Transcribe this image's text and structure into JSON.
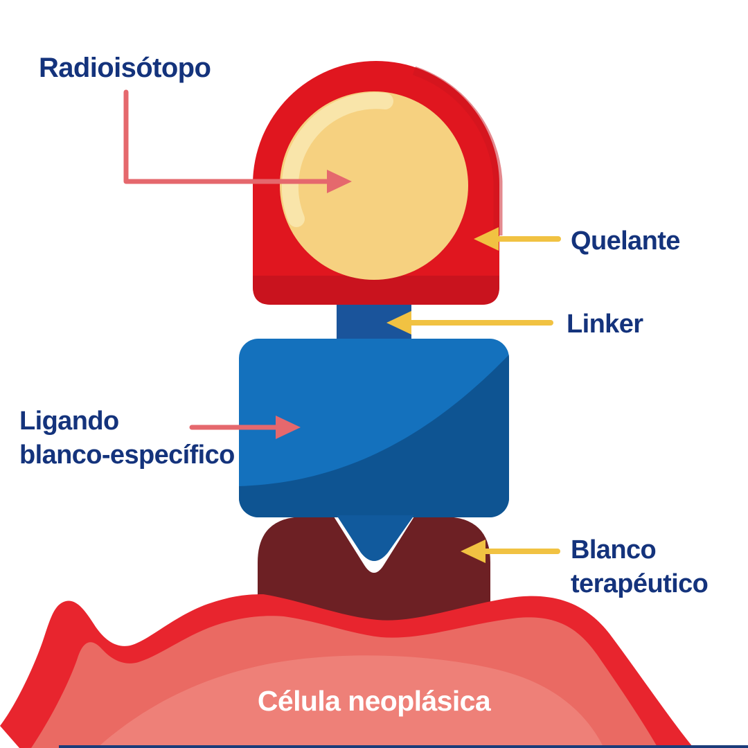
{
  "labels": {
    "radioisotope": "Radioisótopo",
    "chelator": "Quelante",
    "linker": "Linker",
    "ligand_line1": "Ligando",
    "ligand_line2": "blanco-específico",
    "target_line1": "Blanco",
    "target_line2": "terapéutico",
    "cell": "Célula neoplásica"
  },
  "colors": {
    "label_navy": "#14337c",
    "label_white": "#ffffff",
    "arrow_salmon": "#e5686d",
    "arrow_yellow": "#f1c242",
    "dome_red": "#e0161f",
    "dome_shadow_red": "#c9131e",
    "isotope_yellow": "#f6d180",
    "isotope_highlight": "#f9e5aa",
    "linker_blue": "#1a549b",
    "ligand_blue": "#1471bd",
    "ligand_blue_dark": "#0e5492",
    "wedge_blue": "#115a9d",
    "receptor_maroon": "#6d2024",
    "cell_membrane_red": "#e8252e",
    "cell_body_salmon": "#ea6a63",
    "cell_inner_light": "#ee8078",
    "baseline_navy": "#1b3c7a"
  }
}
